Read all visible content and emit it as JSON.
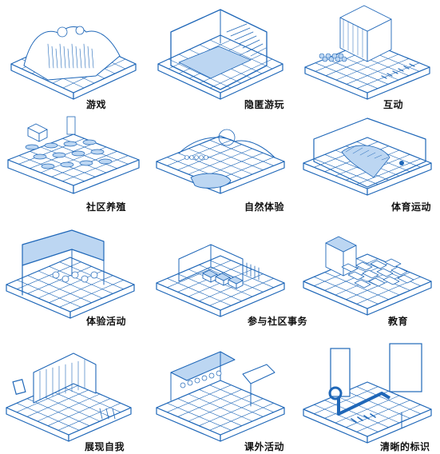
{
  "accent_color": "#1f67b8",
  "light_accent": "#bcd6f2",
  "panels": [
    {
      "label": "游戏",
      "icon": "playground-mound-icon"
    },
    {
      "label": "隐匿游玩",
      "icon": "hidden-room-stairs-icon"
    },
    {
      "label": "互动",
      "icon": "interactive-pavilion-icon"
    },
    {
      "label": "社区养殖",
      "icon": "community-farming-icon"
    },
    {
      "label": "自然体验",
      "icon": "nature-landscape-icon"
    },
    {
      "label": "体育运动",
      "icon": "sports-court-icon"
    },
    {
      "label": "体验活动",
      "icon": "experience-canopy-icon"
    },
    {
      "label": "参与社区事务",
      "icon": "community-affairs-icon"
    },
    {
      "label": "教育",
      "icon": "education-seating-icon"
    },
    {
      "label": "展现自我",
      "icon": "self-expression-stage-icon"
    },
    {
      "label": "课外活动",
      "icon": "extracurricular-market-icon"
    },
    {
      "label": "清晰的标识",
      "icon": "clear-signage-icon"
    }
  ]
}
